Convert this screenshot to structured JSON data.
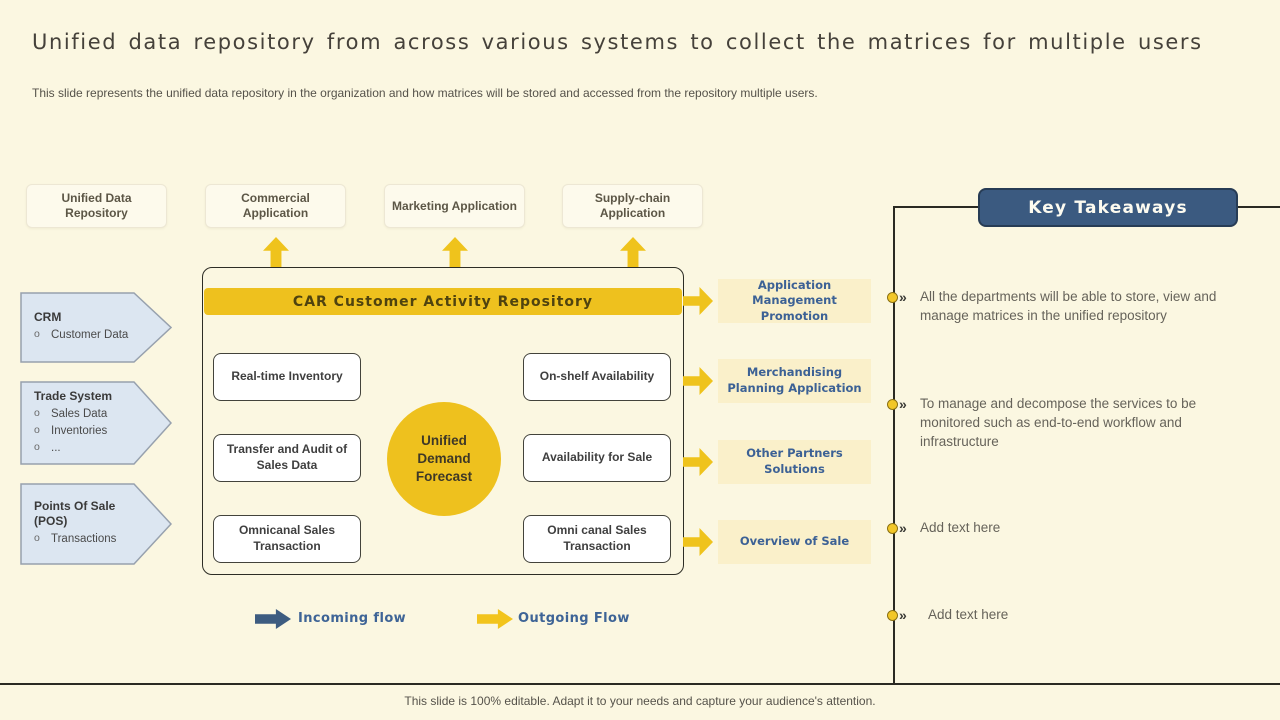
{
  "slide": {
    "title": "Unified data repository from across various systems to collect the matrices for multiple users",
    "subtitle": "This slide represents the unified data repository in the organization and how matrices will be stored and accessed from the repository multiple users.",
    "footer": "This slide is 100% editable. Adapt it to your needs and capture your audience's attention."
  },
  "top_row": [
    {
      "label": "Unified Data Repository"
    },
    {
      "label": "Commercial Application"
    },
    {
      "label": "Marketing Application"
    },
    {
      "label": "Supply-chain Application"
    }
  ],
  "car": {
    "header": "CAR Customer Activity Repository",
    "circle": "Unified Demand Forecast",
    "left_boxes": [
      "Real-time Inventory",
      "Transfer and Audit of Sales Data",
      "Omnicanal Sales Transaction"
    ],
    "right_boxes": [
      "On-shelf Availability",
      "Availability for Sale",
      "Omni canal Sales Transaction"
    ]
  },
  "sources": [
    {
      "title": "CRM",
      "bullets": [
        "Customer Data"
      ]
    },
    {
      "title": "Trade System",
      "bullets": [
        "Sales Data",
        "Inventories",
        "..."
      ]
    },
    {
      "title": "Points Of Sale (POS)",
      "bullets": [
        "Transactions"
      ]
    }
  ],
  "outputs": [
    {
      "label": "Application Management Promotion"
    },
    {
      "label": "Merchandising Planning Application"
    },
    {
      "label": "Other Partners Solutions"
    },
    {
      "label": "Overview of Sale"
    }
  ],
  "key_takeaways": {
    "title": "Key Takeaways",
    "marker": "»",
    "items": [
      "All the departments will be able to store, view and manage matrices in the unified repository",
      "To manage and decompose the services to be monitored such as end-to-end workflow and infrastructure",
      "Add text here",
      "Add text here"
    ]
  },
  "legend": {
    "incoming": "Incoming flow",
    "outgoing": "Outgoing Flow"
  },
  "glyphs": {
    "source_bullet": "o"
  },
  "colors": {
    "background": "#FBF7E1",
    "accent_yellow": "#EEC11E",
    "navy": "#3B5A80",
    "source_fill": "#DCE6F1",
    "output_fill": "#FAF0CA",
    "output_text": "#3C6195",
    "line": "#2A2A22"
  }
}
